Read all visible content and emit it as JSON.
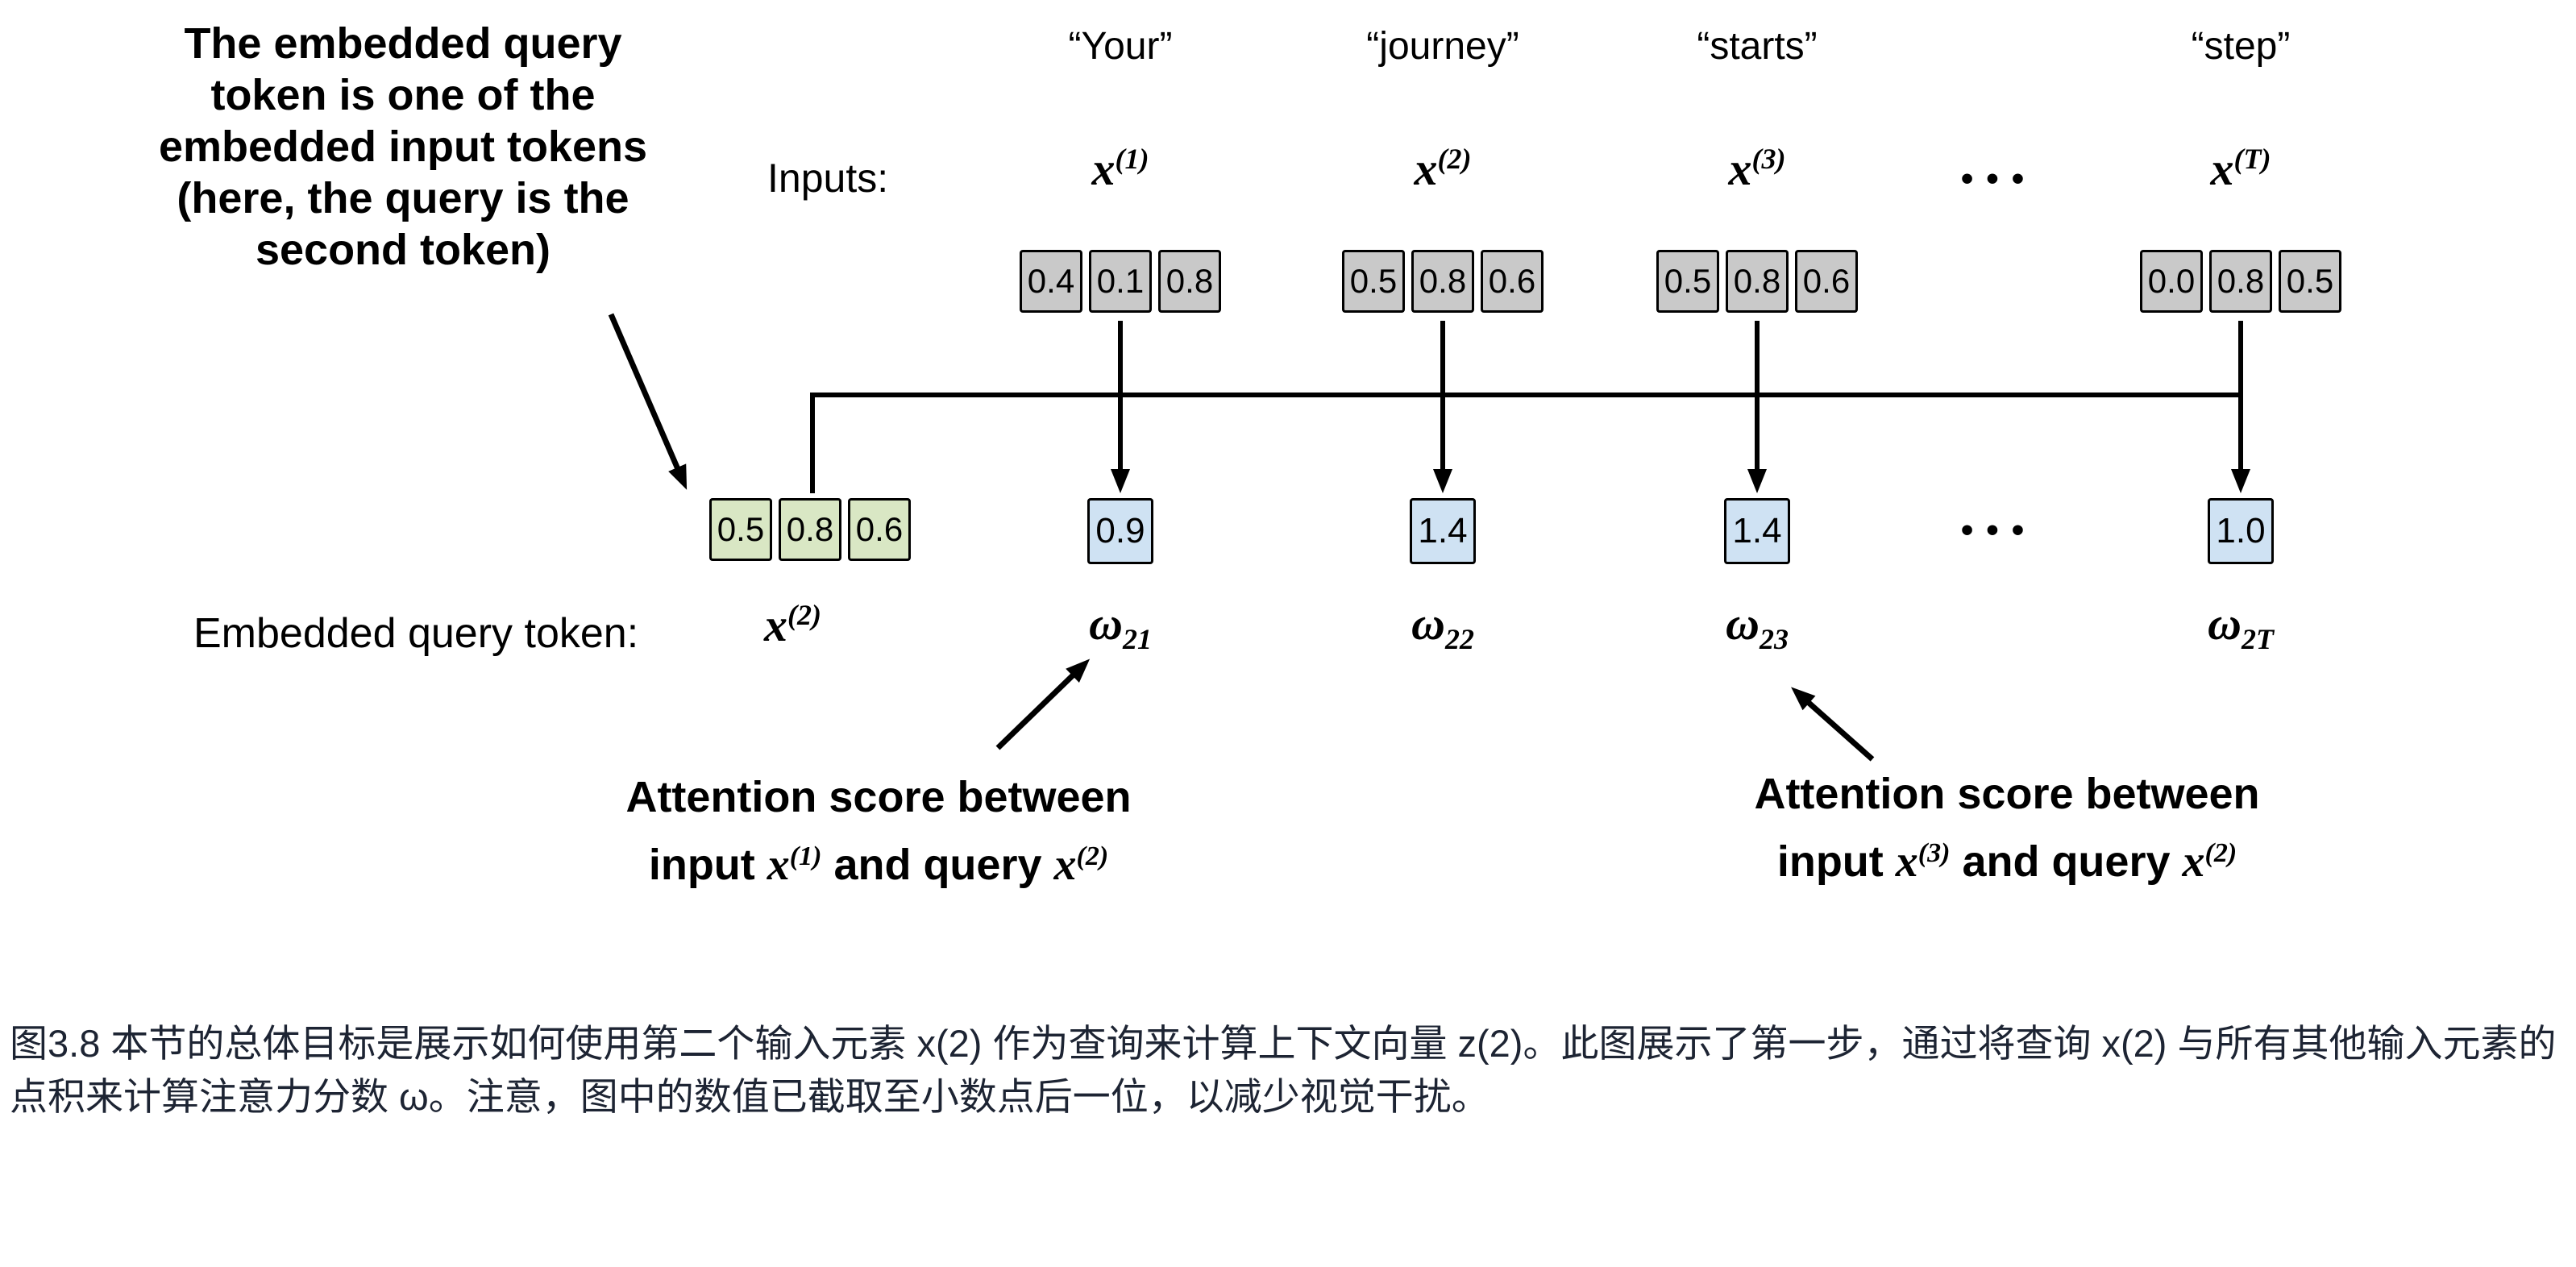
{
  "figure": {
    "inputs_label": "Inputs:",
    "query_note_lines": [
      "The embedded query",
      "token is one of the",
      "embedded input tokens",
      "(here, the query is the",
      "second token)"
    ],
    "columns": [
      {
        "word": "“Your”",
        "symbol_base": "x",
        "symbol_sup": "(1)",
        "values": [
          "0.4",
          "0.1",
          "0.8"
        ],
        "score": "0.9",
        "omega_base": "ω",
        "omega_sub": "21"
      },
      {
        "word": "“journey”",
        "symbol_base": "x",
        "symbol_sup": "(2)",
        "values": [
          "0.5",
          "0.8",
          "0.6"
        ],
        "score": "1.4",
        "omega_base": "ω",
        "omega_sub": "22"
      },
      {
        "word": "“starts”",
        "symbol_base": "x",
        "symbol_sup": "(3)",
        "values": [
          "0.5",
          "0.8",
          "0.6"
        ],
        "score": "1.4",
        "omega_base": "ω",
        "omega_sub": "23"
      },
      {
        "word": "“step”",
        "symbol_base": "x",
        "symbol_sup": "(T)",
        "values": [
          "0.0",
          "0.8",
          "0.5"
        ],
        "score": "1.0",
        "omega_base": "ω",
        "omega_sub": "2T"
      }
    ],
    "ellipsis_top": "•••",
    "ellipsis_bottom": "•••",
    "query": {
      "label": "Embedded query token:",
      "symbol_base": "x",
      "symbol_sup": "(2)",
      "values": [
        "0.5",
        "0.8",
        "0.6"
      ]
    },
    "score_note_left": {
      "line1": "Attention score between",
      "pre": "input ",
      "sym1_base": "x",
      "sym1_sup": "(1)",
      "mid": " and query ",
      "sym2_base": "x",
      "sym2_sup": "(2)"
    },
    "score_note_right": {
      "line1": "Attention score between",
      "pre": "input ",
      "sym1_base": "x",
      "sym1_sup": "(3)",
      "mid": " and query ",
      "sym2_base": "x",
      "sym2_sup": "(2)"
    },
    "colors": {
      "input_cell": "#c9c9c9",
      "query_cell": "#d9e7c4",
      "score_cell": "#cfe2f3",
      "line": "#000000",
      "caption_text": "#1d2433"
    }
  },
  "caption": {
    "text": "图3.8 本节的总体目标是展示如何使用第二个输入元素 x(2) 作为查询来计算上下文向量 z(2)。此图展示了第一步，通过将查询 x(2) 与所有其他输入元素的点积来计算注意力分数 ω。注意，图中的数值已截取至小数点后一位，以减少视觉干扰。"
  }
}
